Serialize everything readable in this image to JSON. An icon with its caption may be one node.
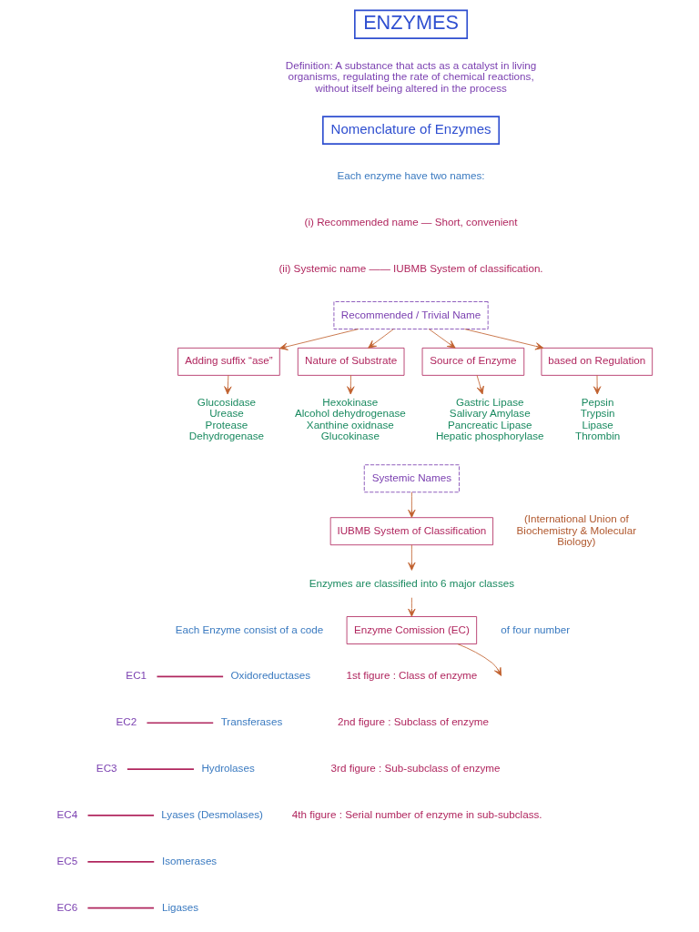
{
  "diagram": {
    "nodes": [
      {
        "text": [
          "ENZYMES"
        ]
      },
      {
        "text": [
          "Nomenclature of Enzymes"
        ]
      },
      {
        "text": [
          "Recommended / Trivial Name"
        ]
      },
      {
        "text": [
          "Adding suffix “ase”"
        ]
      },
      {
        "text": [
          "Nature of Substrate"
        ]
      },
      {
        "text": [
          "Source of Enzyme"
        ]
      },
      {
        "text": [
          "based on Regulation"
        ]
      },
      {
        "text": [
          "Glucosidase",
          "Urease",
          "Protease",
          "Dehydrogenase"
        ]
      },
      {
        "text": [
          "Hexokinase",
          "Alcohol dehydrogenase",
          "Xanthine oxidnase",
          "Glucokinase"
        ]
      },
      {
        "text": [
          "Gastric Lipase",
          "Salivary Amylase",
          "Pancreatic Lipase",
          "Hepatic phosphorylase"
        ]
      },
      {
        "text": [
          "Pepsin",
          "Trypsin",
          "Lipase",
          "Thrombin"
        ]
      },
      {
        "text": [
          "Systemic Names"
        ]
      },
      {
        "text": [
          "IUBMB System of Classification"
        ],
        "beside": [
          "(International Union of Biochemistry & Molecular Biology)"
        ]
      },
      {
        "text": [
          "Enzymes are classified into 6 major classes"
        ]
      },
      {
        "text": [
          "Enzyme Comission (EC)"
        ],
        "beside": [
          "Each Enzyme consist of a code",
          "of four number"
        ]
      },
      {
        "text": [
          "EC1"
        ]
      },
      {
        "text": [
          "Oxidoreductases"
        ]
      },
      {
        "text": [
          "EC2"
        ]
      },
      {
        "text": [
          "Transferases"
        ]
      },
      {
        "text": [
          "EC3"
        ]
      },
      {
        "text": [
          "Hydrolases"
        ]
      },
      {
        "text": [
          "EC4"
        ]
      },
      {
        "text": [
          "Lyases (Desmolases)"
        ]
      },
      {
        "text": [
          "EC5"
        ]
      },
      {
        "text": [
          "Isomerases"
        ]
      },
      {
        "text": [
          "EC6"
        ]
      },
      {
        "text": [
          "Ligases"
        ]
      }
    ],
    "edges": [
      {
        "from": 2,
        "to": 3,
        "arrow": "to"
      },
      {
        "from": 2,
        "to": 4,
        "arrow": "to"
      },
      {
        "from": 2,
        "to": 5,
        "arrow": "to"
      },
      {
        "from": 2,
        "to": 6,
        "arrow": "to"
      },
      {
        "from": 3,
        "to": 7,
        "arrow": "to"
      },
      {
        "from": 4,
        "to": 8,
        "arrow": "to"
      },
      {
        "from": 5,
        "to": 9,
        "arrow": "to"
      },
      {
        "from": 6,
        "to": 10,
        "arrow": "to"
      },
      {
        "from": 11,
        "to": 12,
        "arrow": "to"
      },
      {
        "from": 12,
        "to": 13,
        "arrow": "to"
      },
      {
        "from": 13,
        "to": 14,
        "arrow": "to"
      },
      {
        "from": 14,
        "to": null,
        "arrow": "to"
      },
      {
        "from": 15,
        "to": 16,
        "arrow": "none"
      },
      {
        "from": 17,
        "to": 18,
        "arrow": "none"
      },
      {
        "from": 19,
        "to": 20,
        "arrow": "none"
      },
      {
        "from": 21,
        "to": 22,
        "arrow": "none"
      },
      {
        "from": 23,
        "to": 24,
        "arrow": "none"
      },
      {
        "from": 25,
        "to": 26,
        "arrow": "none"
      }
    ],
    "labels": [
      "Definition: A substance that acts as a catalyst in living organisms, regulating the rate of chemical reactions, without itself being altered in the process",
      "Each enzyme have two names:",
      "(i) Recommended name — Short, convenient",
      "(ii) Systemic name —— IUBMB System of classification.",
      "1st figure : Class of enzyme",
      "2nd figure : Subclass of enzyme",
      "3rd figure : Sub-subclass of enzyme",
      "4th figure : Serial number of enzyme in sub-subclass."
    ]
  }
}
